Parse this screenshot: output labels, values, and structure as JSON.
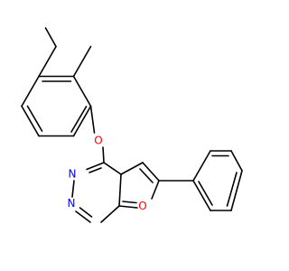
{
  "molecule": {
    "atoms": {
      "ether_o": {
        "label": "O",
        "color": "#ff0000"
      },
      "furan_o": {
        "label": "O",
        "color": "#ff0000"
      },
      "n_upper": {
        "label": "N",
        "color": "#0000ff"
      },
      "n_lower": {
        "label": "N",
        "color": "#0000ff"
      }
    },
    "colors": {
      "bond": "#000000",
      "oxygen": "#ff0000",
      "nitrogen": "#0000ff",
      "background": "#ffffff"
    }
  }
}
